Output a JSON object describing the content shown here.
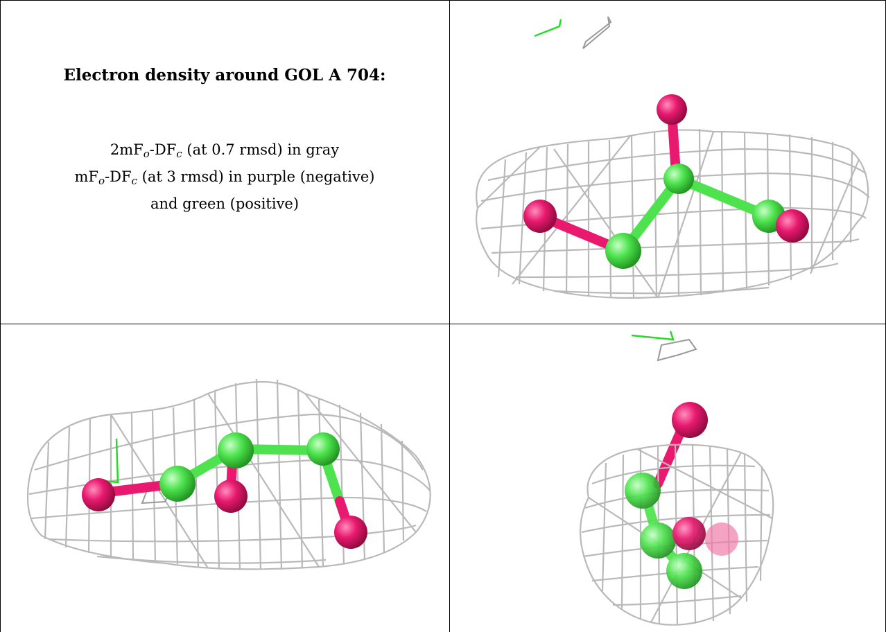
{
  "caption": {
    "title": "Electron density around GOL A 704:",
    "lines": [
      {
        "pre": "2mF",
        "sub1": "o",
        "mid": "-DF",
        "sub2": "c",
        "post": " (at 0.7 rmsd) in gray"
      },
      {
        "pre": "mF",
        "sub1": "o",
        "mid": "-DF",
        "sub2": "c",
        "post": " (at 3 rmsd) in purple (negative)"
      },
      {
        "text": "and green (positive)"
      }
    ]
  },
  "colors": {
    "mesh": "#b9b9b9",
    "carbon": "#4ee34e",
    "oxygen": "#e8196f",
    "border": "#000000",
    "axis_green": "#22dd22"
  },
  "panels": [
    {
      "name": "view-top-right",
      "cell": "c-tr"
    },
    {
      "name": "view-bottom-left",
      "cell": "c-bl"
    },
    {
      "name": "view-bottom-right",
      "cell": "c-br"
    }
  ]
}
